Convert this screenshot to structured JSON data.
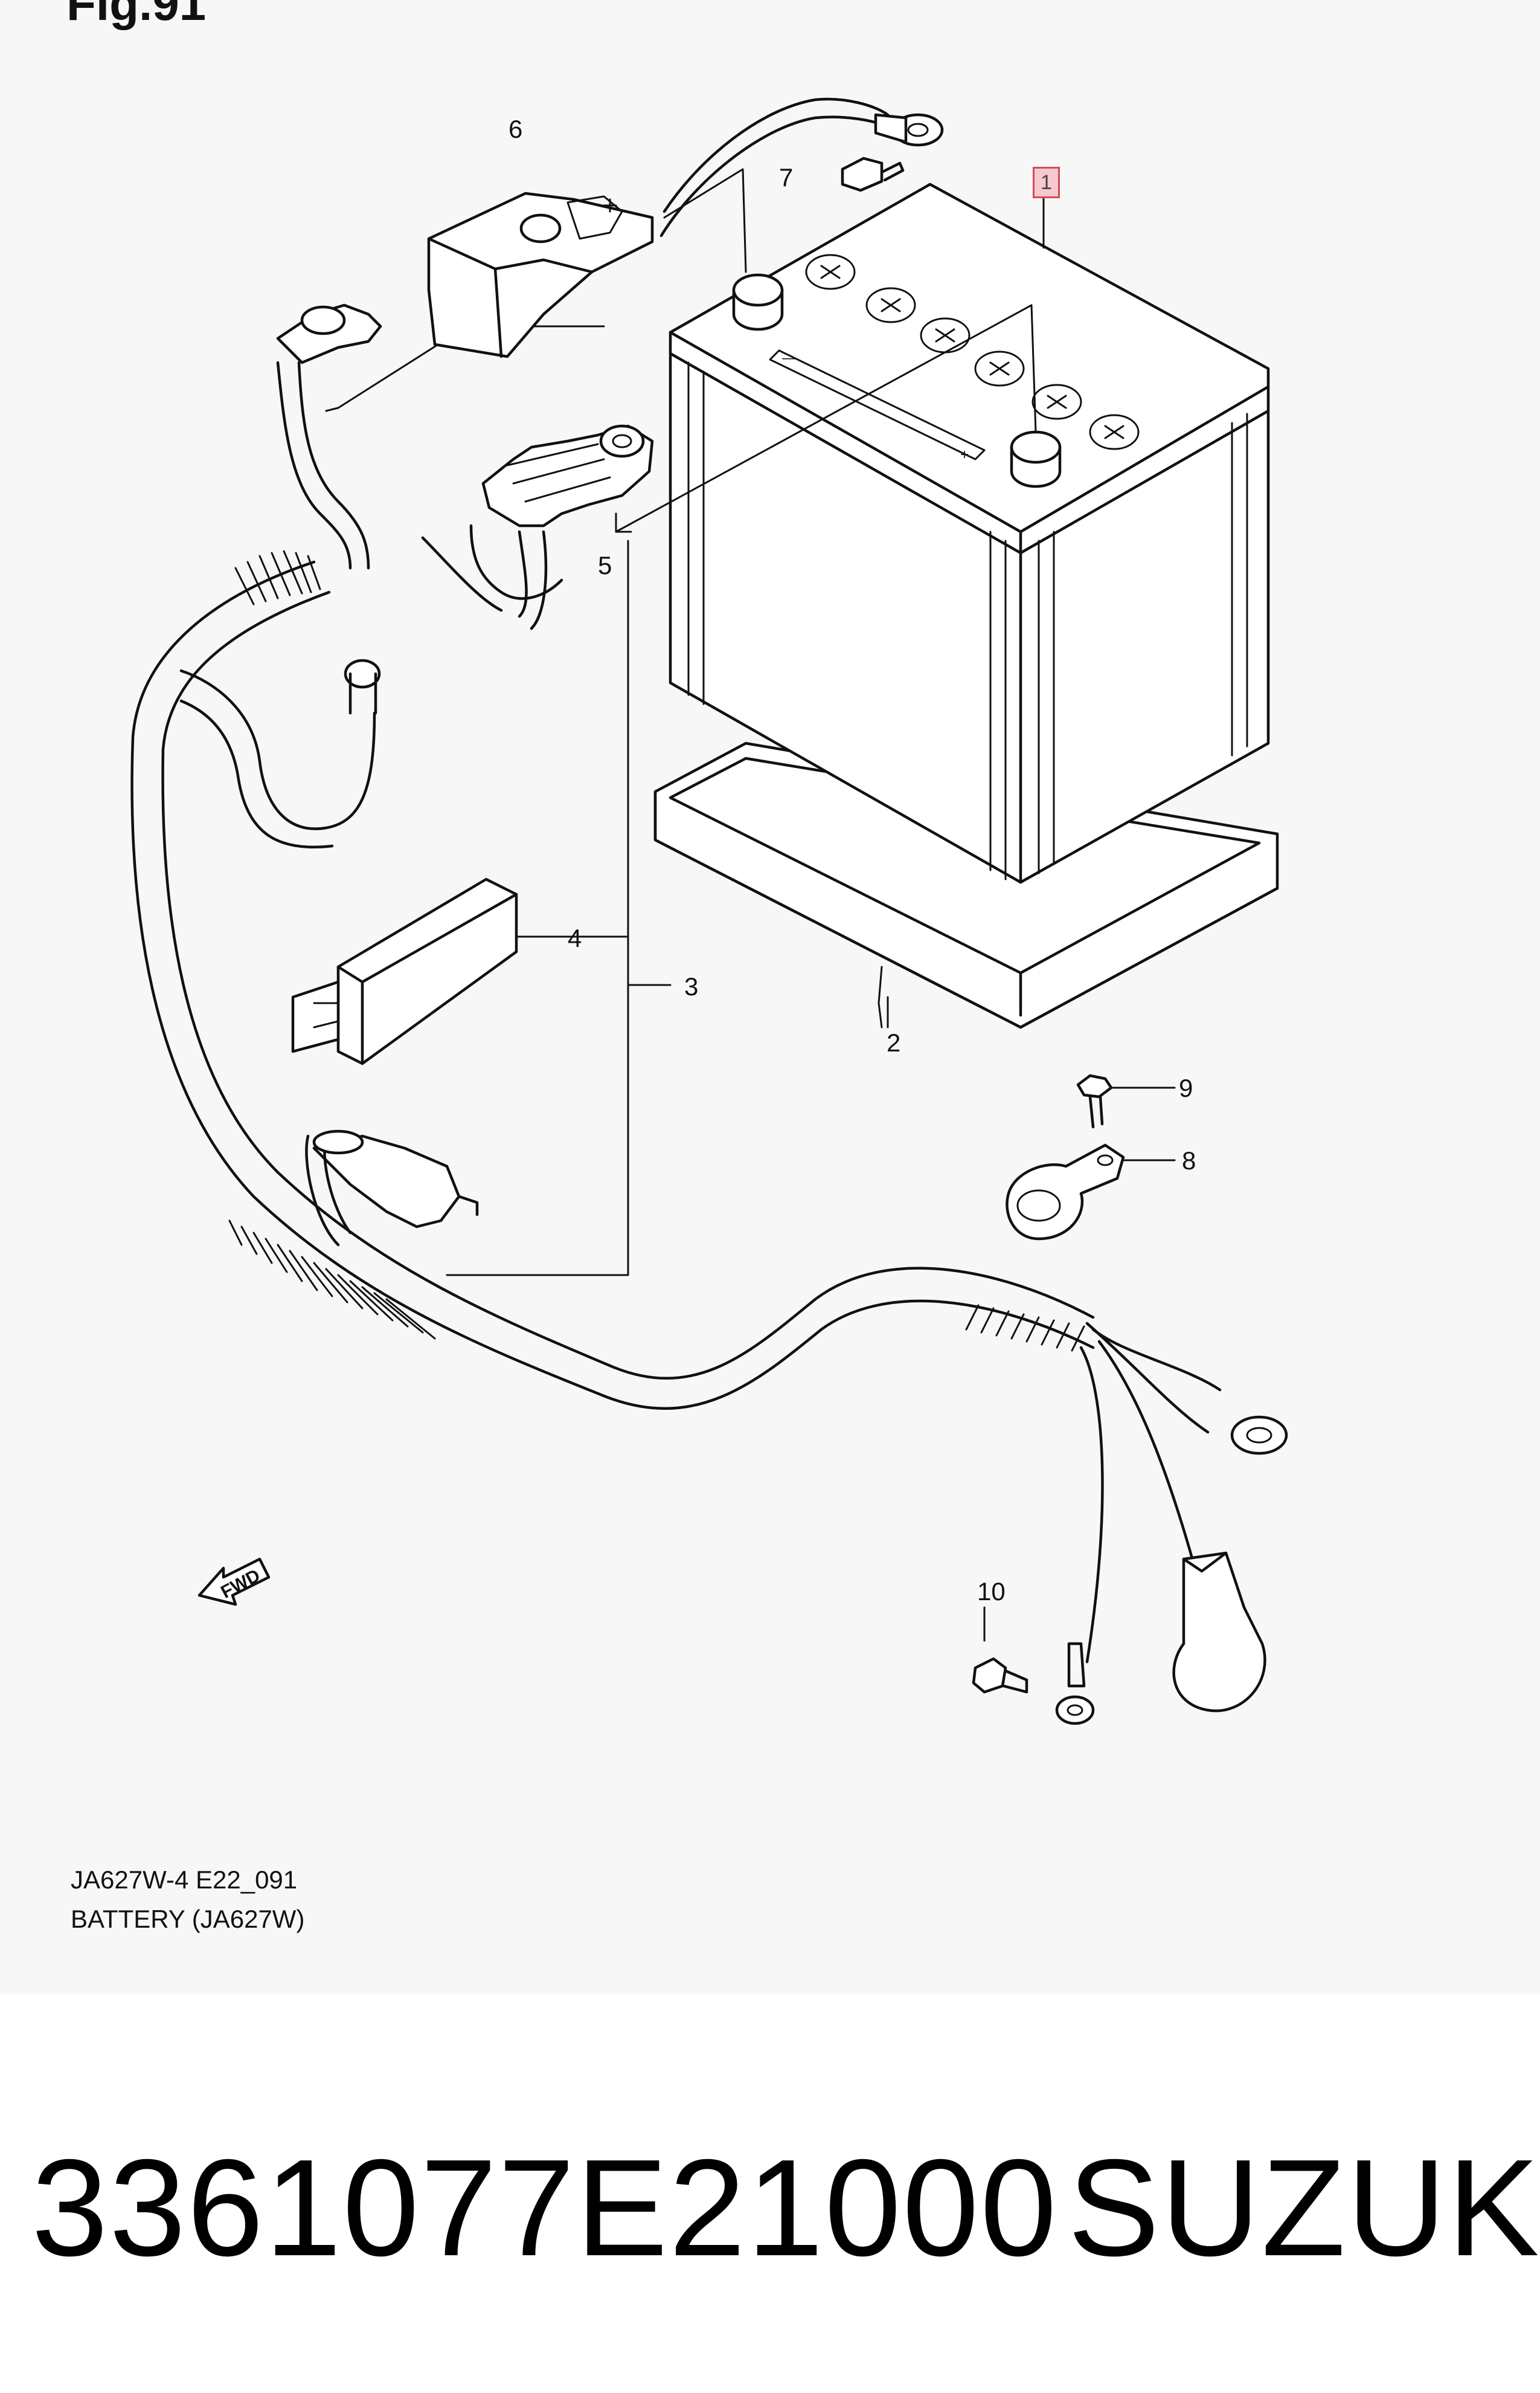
{
  "figure_title": "Fig.91",
  "callouts": {
    "c1": "1",
    "c2": "2",
    "c3": "3",
    "c4": "4",
    "c5": "5",
    "c6": "6",
    "c7": "7",
    "c8": "8",
    "c9": "9",
    "c10": "10"
  },
  "fwd_label": "FWD",
  "caption": {
    "code": "JA627W-4 E22_091",
    "name": "BATTERY (JA627W)"
  },
  "footer": {
    "part_number": "3361077E21000",
    "brand": "SUZUKI"
  },
  "colors": {
    "highlight_border": "#d24a5a",
    "highlight_fill": "#f7c9cf",
    "panel_bg": "#f7f7f7"
  }
}
